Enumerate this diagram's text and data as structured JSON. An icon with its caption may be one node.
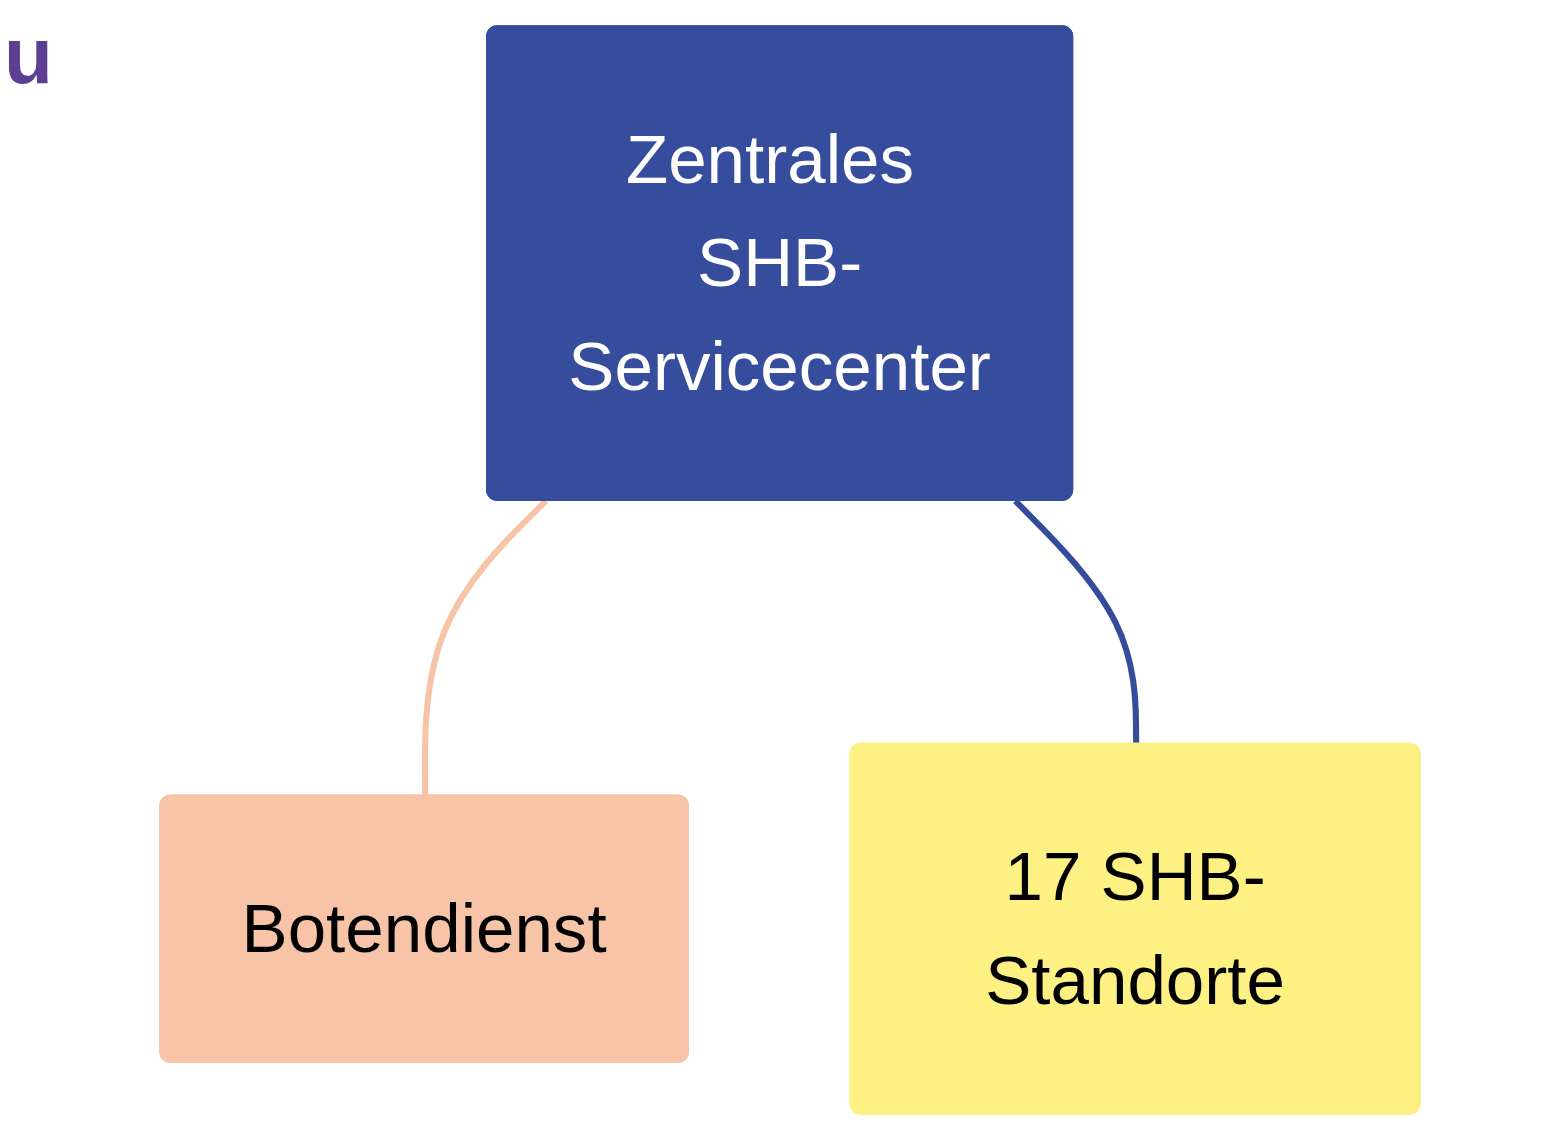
{
  "diagram": {
    "nodes": [
      {
        "text": [
          "Zentrales SHB-Servicecenter"
        ]
      },
      {
        "text": [
          "Botendienst"
        ]
      },
      {
        "text": [
          "17 SHB-Standorte"
        ]
      }
    ],
    "edges": [
      {
        "from": 0,
        "to": 1,
        "arrow": "none",
        "color": "#f8c4a8"
      },
      {
        "from": 0,
        "to": 2,
        "arrow": "none",
        "color": "#354c9c"
      }
    ],
    "labels": [
      "u"
    ]
  }
}
